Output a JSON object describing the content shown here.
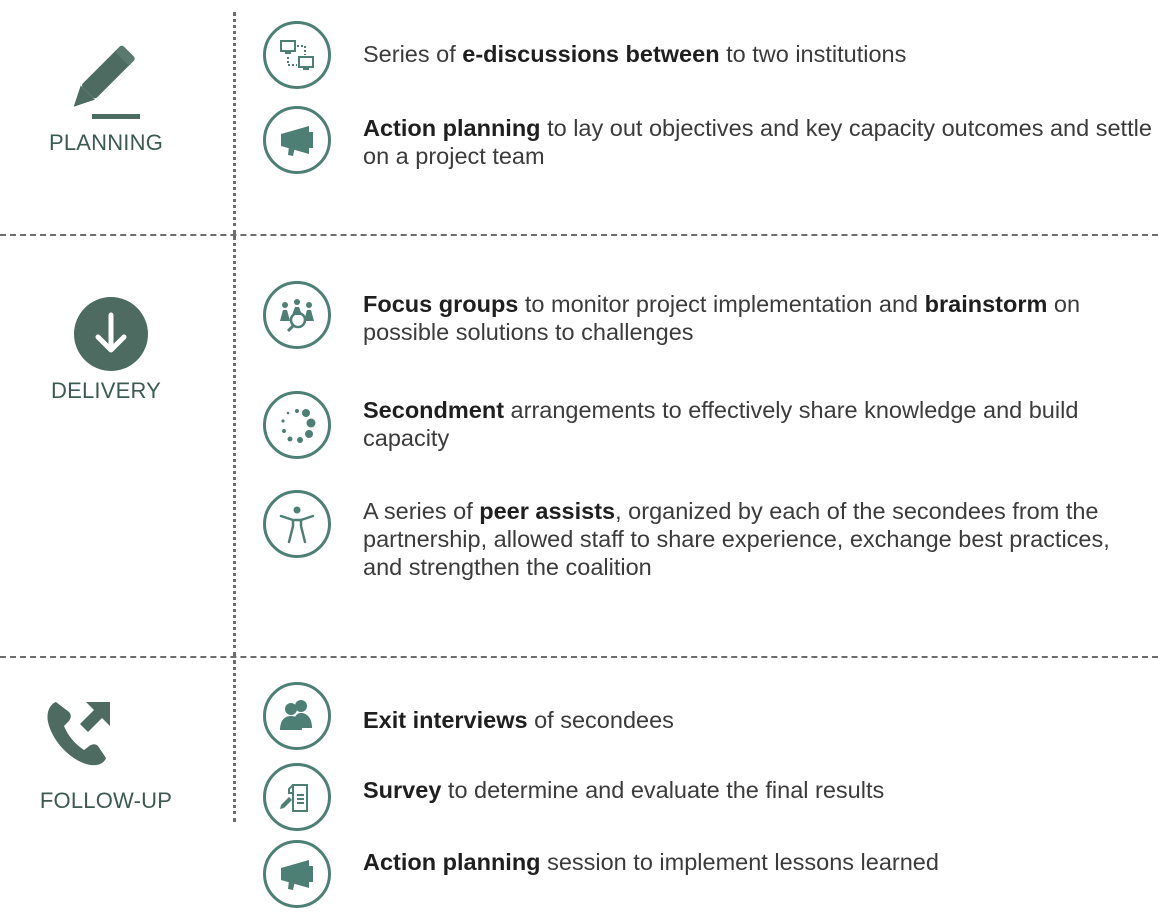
{
  "colors": {
    "teal": "#4d7f74",
    "dark_teal": "#3d5a52",
    "text": "#3b3b3b"
  },
  "phases": [
    {
      "label": "PLANNING",
      "icon": "pencil-icon"
    },
    {
      "label": "DELIVERY",
      "icon": "down-arrow-circle-icon"
    },
    {
      "label": "FOLLOW-UP",
      "icon": "phone-callback-icon"
    }
  ],
  "items": [
    {
      "icon": "computers-network-icon",
      "pre": "Series of ",
      "bold": "e-discussions between",
      "post": " to two institutions"
    },
    {
      "icon": "megaphone-icon",
      "pre": "",
      "bold": "Action planning",
      "post": " to lay out objectives and key capacity outcomes and settle on a project team"
    },
    {
      "icon": "group-search-icon",
      "pre": "",
      "bold": "Focus groups",
      "mid": " to monitor project implementation and ",
      "bold2": "brainstorm",
      "post": " on possible solutions to challenges"
    },
    {
      "icon": "dots-circle-icon",
      "pre": "",
      "bold": "Secondment",
      "post": " arrangements to effectively share knowledge and build capacity"
    },
    {
      "icon": "person-icon",
      "pre": "A series of ",
      "bold": "peer assists",
      "post": ", organized by each of the secondees from the partnership, allowed staff to share experience, exchange best practices, and strengthen the coalition"
    },
    {
      "icon": "people-icon",
      "pre": "",
      "bold": "Exit interviews",
      "post": " of secondees"
    },
    {
      "icon": "survey-icon",
      "pre": "",
      "bold": "Survey",
      "post": " to determine and evaluate the final results"
    },
    {
      "icon": "megaphone-icon",
      "pre": "",
      "bold": "Action planning",
      "post": " session to implement lessons learned"
    }
  ]
}
